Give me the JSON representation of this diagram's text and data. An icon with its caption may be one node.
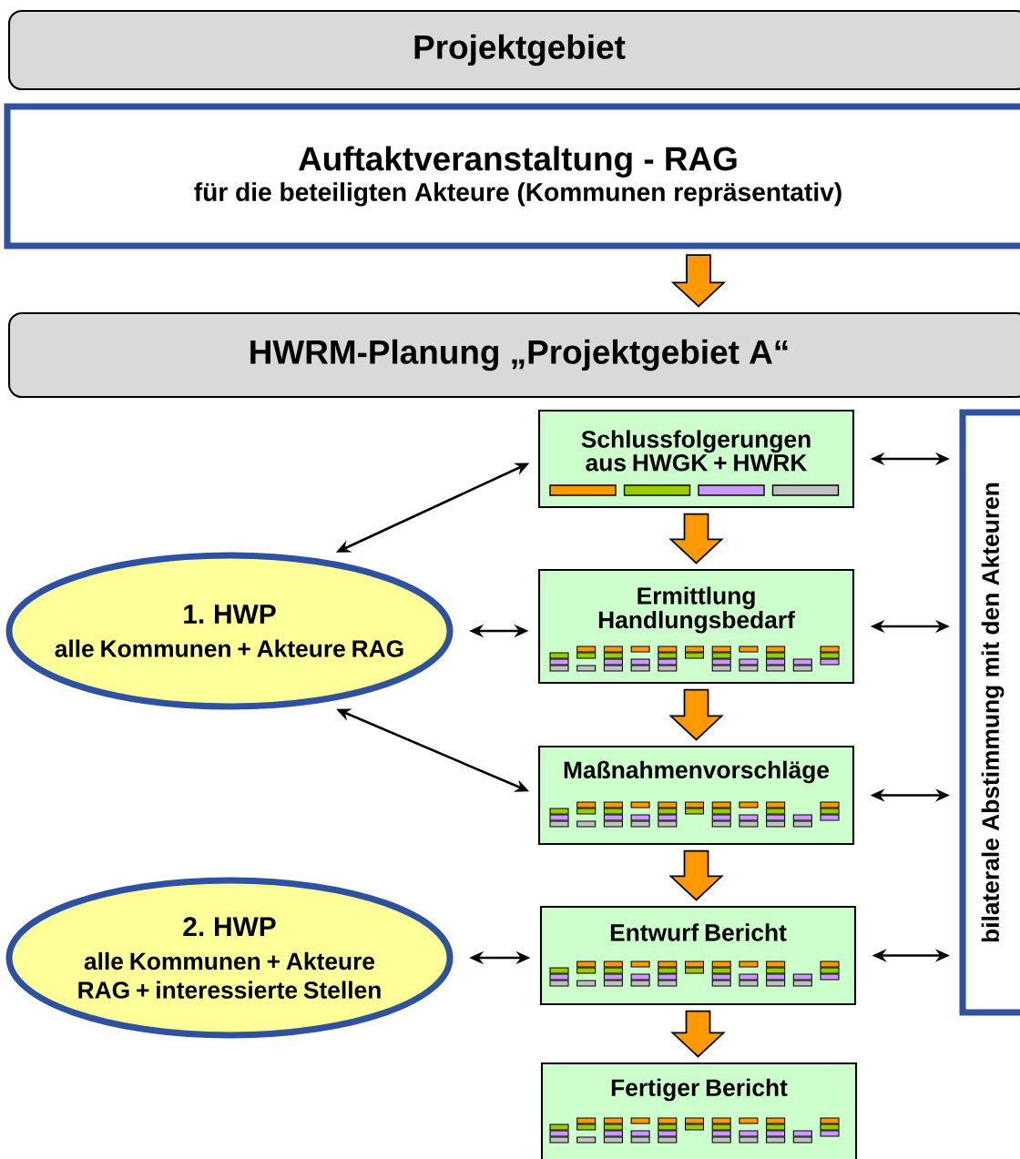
{
  "diagram": {
    "nodes": [
      {
        "text": [
          "Projektgebiet"
        ]
      },
      {
        "text": [
          "Auftaktveranstaltung - RAG",
          "für die beteiligten Akteure (Kommunen repräsentativ)"
        ]
      },
      {
        "text": [
          "HWRM-Planung „Projektgebiet A“"
        ]
      },
      {
        "text": [
          "Schlussfolgerungen aus HWGK + HWRK"
        ]
      },
      {
        "text": [
          "Ermittlung Handlungsbedarf"
        ]
      },
      {
        "text": [
          "Maßnahmenvorschläge"
        ]
      },
      {
        "text": [
          "Entwurf Bericht"
        ]
      },
      {
        "text": [
          "Fertiger Bericht"
        ]
      },
      {
        "text": [
          "1. HWP",
          "alle Kommunen + Akteure RAG"
        ]
      },
      {
        "text": [
          "2. HWP",
          "alle Kommunen + Akteure RAG + interessierte Stellen"
        ]
      },
      {
        "text": [
          "bilaterale Abstimmung mit den Akteuren"
        ]
      }
    ],
    "edges": [
      {
        "from": 1,
        "to": 2,
        "arrow": "to",
        "style": "thick",
        "color": "#ff9900"
      },
      {
        "from": 3,
        "to": 4,
        "arrow": "to",
        "style": "thick",
        "color": "#ff9900"
      },
      {
        "from": 4,
        "to": 5,
        "arrow": "to",
        "style": "thick",
        "color": "#ff9900"
      },
      {
        "from": 5,
        "to": 6,
        "arrow": "to",
        "style": "thick",
        "color": "#ff9900"
      },
      {
        "from": 6,
        "to": 7,
        "arrow": "to",
        "style": "thick",
        "color": "#ff9900"
      },
      {
        "from": 8,
        "to": 3,
        "arrow": "both"
      },
      {
        "from": 8,
        "to": 4,
        "arrow": "both"
      },
      {
        "from": 8,
        "to": 5,
        "arrow": "both"
      },
      {
        "from": 9,
        "to": 6,
        "arrow": "both"
      },
      {
        "from": 3,
        "to": 10,
        "arrow": "both"
      },
      {
        "from": 4,
        "to": 10,
        "arrow": "both"
      },
      {
        "from": 5,
        "to": 10,
        "arrow": "both"
      },
      {
        "from": 6,
        "to": 10,
        "arrow": "both"
      }
    ]
  }
}
